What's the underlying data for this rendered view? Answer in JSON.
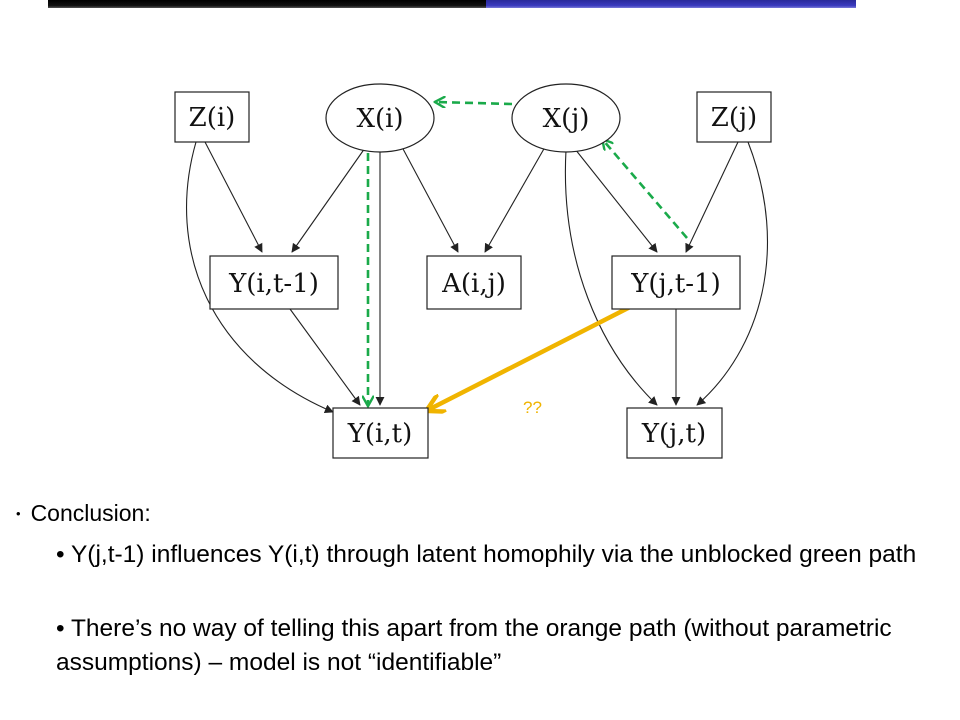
{
  "diagram": {
    "nodes": [
      {
        "id": "Zi",
        "label": "Z(i)",
        "shape": "rect"
      },
      {
        "id": "Xi",
        "label": "X(i)",
        "shape": "ellipse"
      },
      {
        "id": "Xj",
        "label": "X(j)",
        "shape": "ellipse"
      },
      {
        "id": "Zj",
        "label": "Z(j)",
        "shape": "rect"
      },
      {
        "id": "Yit1",
        "label": "Y(i,t-1)",
        "shape": "rect"
      },
      {
        "id": "Aij",
        "label": "A(i,j)",
        "shape": "rect"
      },
      {
        "id": "Yjt1",
        "label": "Y(j,t-1)",
        "shape": "rect"
      },
      {
        "id": "Yit",
        "label": "Y(i,t)",
        "shape": "rect"
      },
      {
        "id": "Yjt",
        "label": "Y(j,t)",
        "shape": "rect"
      }
    ],
    "edges": [
      {
        "from": "Zi",
        "to": "Yit1",
        "style": "solid"
      },
      {
        "from": "Zi",
        "to": "Yit",
        "style": "solid"
      },
      {
        "from": "Xi",
        "to": "Yit1",
        "style": "solid"
      },
      {
        "from": "Xi",
        "to": "Yit",
        "style": "solid"
      },
      {
        "from": "Xi",
        "to": "Aij",
        "style": "solid"
      },
      {
        "from": "Xj",
        "to": "Aij",
        "style": "solid"
      },
      {
        "from": "Xj",
        "to": "Yjt1",
        "style": "solid"
      },
      {
        "from": "Xj",
        "to": "Yjt",
        "style": "solid"
      },
      {
        "from": "Zj",
        "to": "Yjt1",
        "style": "solid"
      },
      {
        "from": "Zj",
        "to": "Yjt",
        "style": "solid"
      },
      {
        "from": "Yit1",
        "to": "Yit",
        "style": "solid"
      },
      {
        "from": "Yjt1",
        "to": "Yjt",
        "style": "solid"
      },
      {
        "from": "Xj",
        "to": "Xi",
        "style": "dashed-green"
      },
      {
        "from": "Xi",
        "to": "Yit",
        "style": "dashed-green"
      },
      {
        "from": "Yjt1",
        "to": "Xj",
        "style": "dashed-green"
      },
      {
        "from": "Yjt1",
        "to": "Yit",
        "style": "thick-orange"
      }
    ],
    "unknown_label": "??",
    "colors": {
      "green": "#1aaa4a",
      "orange": "#f0b400",
      "line": "#222222"
    }
  },
  "conclusion": {
    "heading": "Conclusion:",
    "bullets": [
      "• Y(j,t-1) influences Y(i,t) through latent homophily via the unblocked green path",
      "• There’s no way of telling this apart from the orange path (without parametric assumptions) – model is not “identifiable”"
    ]
  }
}
